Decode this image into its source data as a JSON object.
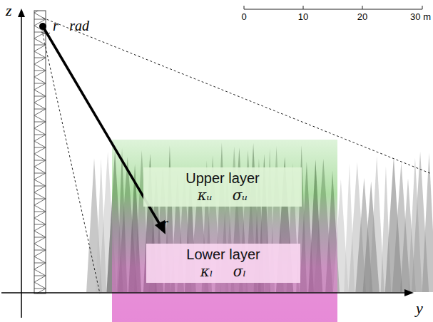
{
  "diagram": {
    "nodes": [
      {
        "text": [
          "Upper layer",
          "κᵤ",
          "σᵤ"
        ]
      },
      {
        "text": [
          "Lower layer",
          "κₗ",
          "σₗ"
        ]
      }
    ],
    "labels": [
      "z",
      "y",
      "r⃗rad",
      "r⃗",
      "0",
      "10",
      "20",
      "30 m"
    ]
  }
}
